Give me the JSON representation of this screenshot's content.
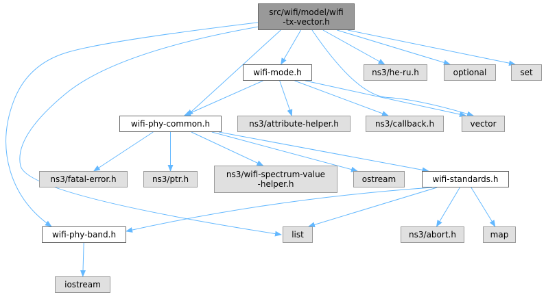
{
  "diagram": {
    "colors": {
      "edge": "#63b8ff",
      "root_fill": "#999999",
      "external_fill": "#e0e0e0",
      "internal_fill": "#ffffff"
    },
    "nodes": {
      "root": {
        "label": "src/wifi/model/wifi\n-tx-vector.h",
        "kind": "root"
      },
      "wifi_mode": {
        "label": "wifi-mode.h",
        "kind": "internal"
      },
      "he_ru": {
        "label": "ns3/he-ru.h",
        "kind": "external"
      },
      "optional": {
        "label": "optional",
        "kind": "external"
      },
      "set": {
        "label": "set",
        "kind": "external"
      },
      "wifi_phy_common": {
        "label": "wifi-phy-common.h",
        "kind": "internal"
      },
      "attribute_helper": {
        "label": "ns3/attribute-helper.h",
        "kind": "external"
      },
      "callback": {
        "label": "ns3/callback.h",
        "kind": "external"
      },
      "vector": {
        "label": "vector",
        "kind": "external"
      },
      "fatal_error": {
        "label": "ns3/fatal-error.h",
        "kind": "external"
      },
      "ptr": {
        "label": "ns3/ptr.h",
        "kind": "external"
      },
      "spectrum_value": {
        "label": "ns3/wifi-spectrum-value\n-helper.h",
        "kind": "external"
      },
      "ostream": {
        "label": "ostream",
        "kind": "external"
      },
      "wifi_standards": {
        "label": "wifi-standards.h",
        "kind": "internal"
      },
      "wifi_phy_band": {
        "label": "wifi-phy-band.h",
        "kind": "internal"
      },
      "list": {
        "label": "list",
        "kind": "external"
      },
      "abort": {
        "label": "ns3/abort.h",
        "kind": "external"
      },
      "map": {
        "label": "map",
        "kind": "external"
      },
      "iostream": {
        "label": "iostream",
        "kind": "external"
      }
    },
    "edges": [
      [
        "root",
        "wifi_mode"
      ],
      [
        "root",
        "he_ru"
      ],
      [
        "root",
        "optional"
      ],
      [
        "root",
        "set"
      ],
      [
        "root",
        "wifi_phy_common"
      ],
      [
        "root",
        "vector"
      ],
      [
        "root",
        "wifi_phy_band"
      ],
      [
        "root",
        "list"
      ],
      [
        "wifi_mode",
        "wifi_phy_common"
      ],
      [
        "wifi_mode",
        "attribute_helper"
      ],
      [
        "wifi_mode",
        "callback"
      ],
      [
        "wifi_mode",
        "vector"
      ],
      [
        "wifi_phy_common",
        "fatal_error"
      ],
      [
        "wifi_phy_common",
        "ptr"
      ],
      [
        "wifi_phy_common",
        "spectrum_value"
      ],
      [
        "wifi_phy_common",
        "ostream"
      ],
      [
        "wifi_phy_common",
        "wifi_standards"
      ],
      [
        "wifi_standards",
        "wifi_phy_band"
      ],
      [
        "wifi_standards",
        "list"
      ],
      [
        "wifi_standards",
        "abort"
      ],
      [
        "wifi_standards",
        "map"
      ],
      [
        "wifi_phy_band",
        "iostream"
      ]
    ]
  }
}
